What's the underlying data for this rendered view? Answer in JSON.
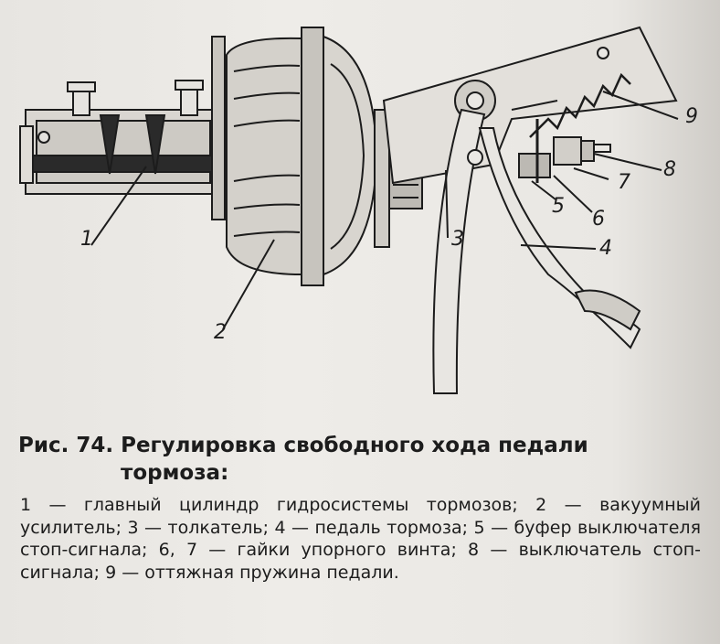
{
  "figure": {
    "labels": [
      "1",
      "2",
      "3",
      "4",
      "5",
      "6",
      "7",
      "8",
      "9"
    ]
  },
  "caption": {
    "title_line1": "Рис. 74. Регулировка свободного хода педали",
    "title_line2": "тормоза:",
    "legend": "1 — главный цилиндр гидросистемы тормозов; 2 — вакуумный усилитель; 3 — толкатель; 4 — педаль тормоза; 5 — буфер выключателя стоп-сигнала; 6, 7 — гайки упорного винта; 8 — выключатель стоп-сигнала; 9 — оттяжная пружина педали."
  }
}
